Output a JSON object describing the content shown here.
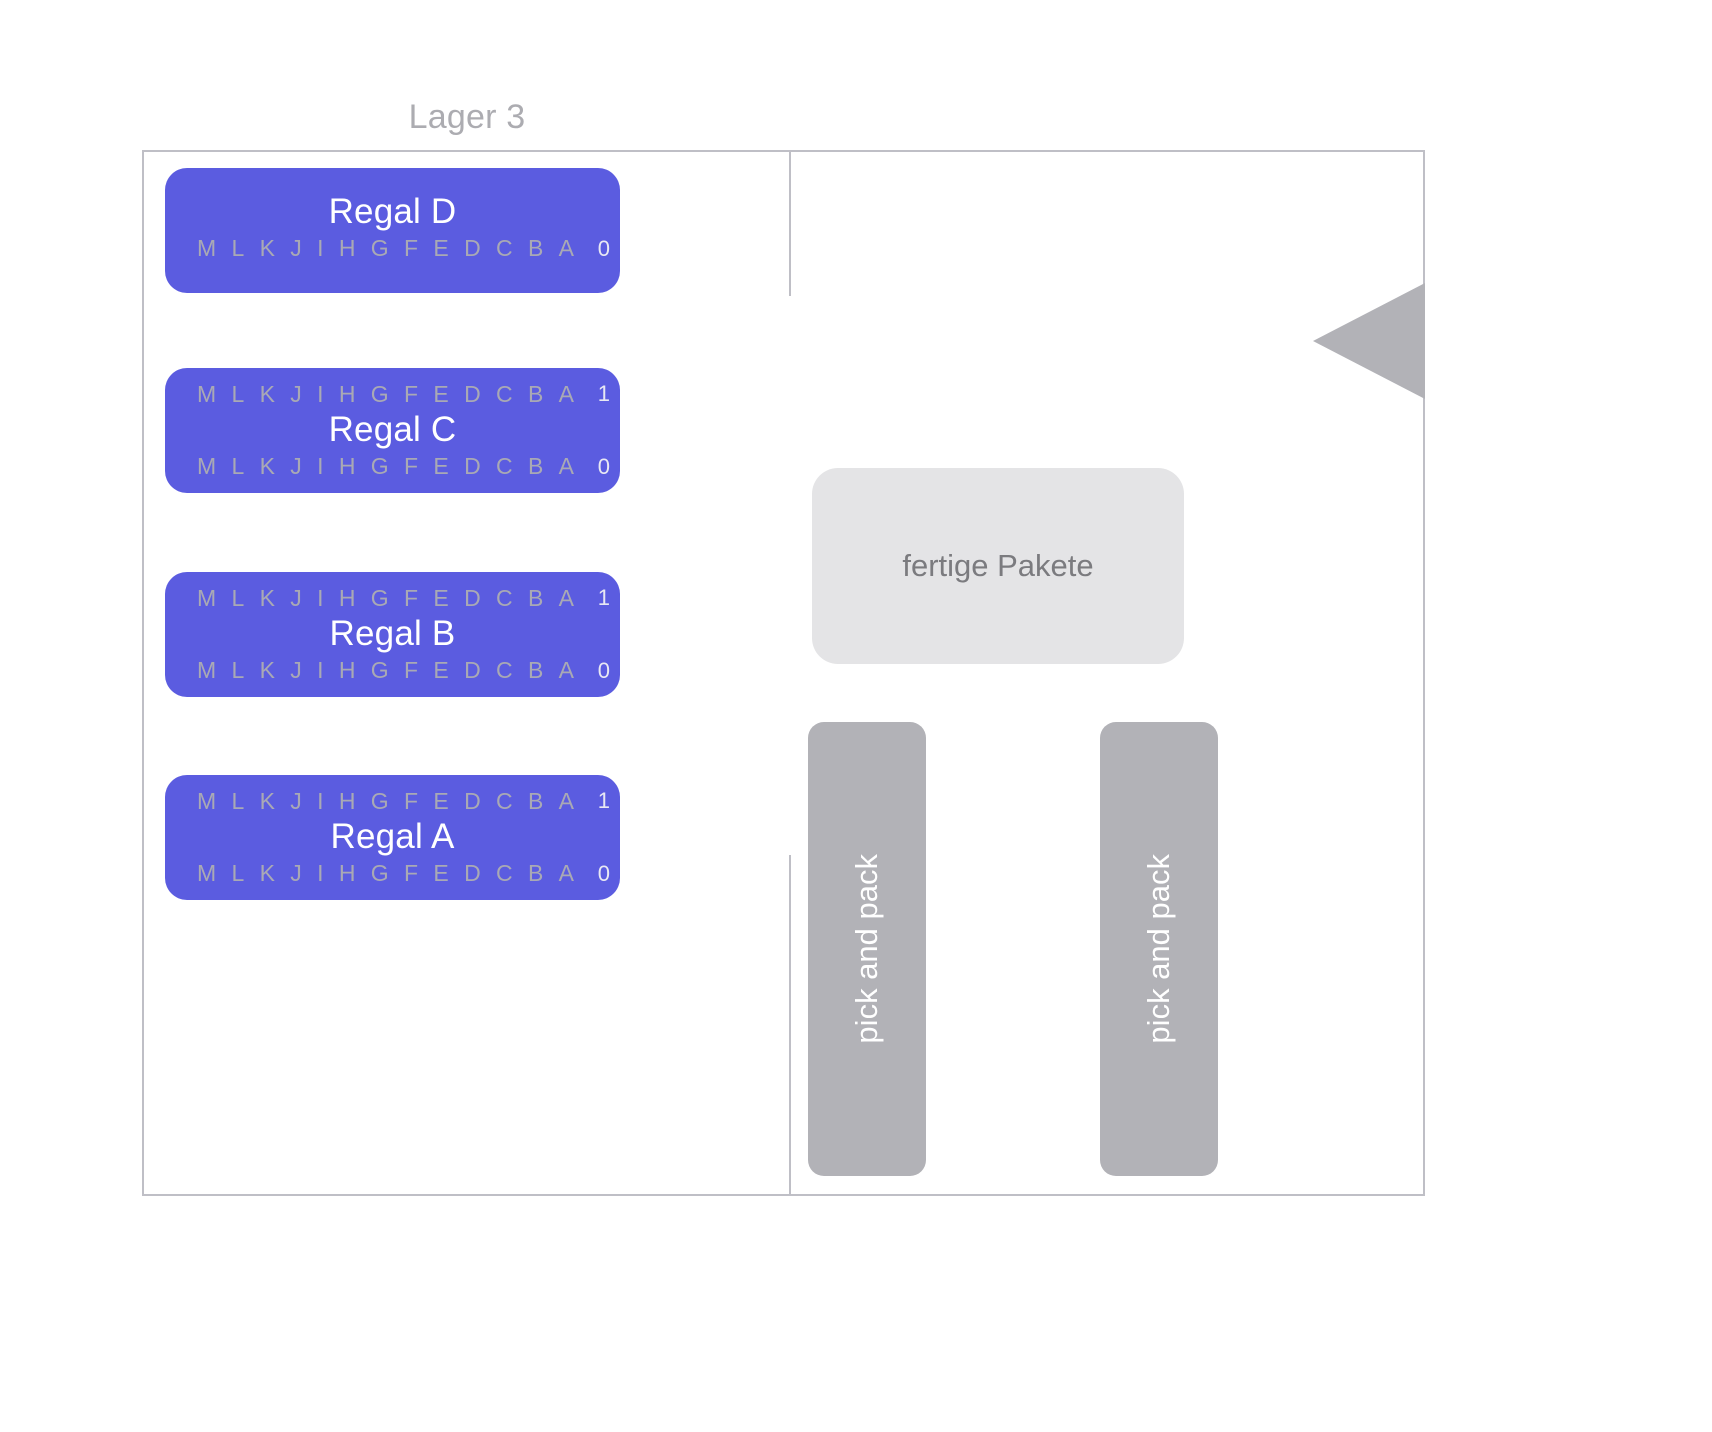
{
  "title": "Lager 3",
  "colors": {
    "rack": "#5b5ce0",
    "frame_border": "#bfbfc6",
    "finished_packages_bg": "#e4e4e6",
    "station_bg": "#b2b2b7",
    "title_text": "#acacb1",
    "shelf_letter_text": "#a9a9b4"
  },
  "racks": [
    {
      "name": "Regal D",
      "rows": [
        {
          "position": "below",
          "index": "0",
          "letters": [
            "M",
            "L",
            "K",
            "J",
            "I",
            "H",
            "G",
            "F",
            "E",
            "D",
            "C",
            "B",
            "A"
          ]
        }
      ]
    },
    {
      "name": "Regal C",
      "rows": [
        {
          "position": "above",
          "index": "1",
          "letters": [
            "M",
            "L",
            "K",
            "J",
            "I",
            "H",
            "G",
            "F",
            "E",
            "D",
            "C",
            "B",
            "A"
          ]
        },
        {
          "position": "below",
          "index": "0",
          "letters": [
            "M",
            "L",
            "K",
            "J",
            "I",
            "H",
            "G",
            "F",
            "E",
            "D",
            "C",
            "B",
            "A"
          ]
        }
      ]
    },
    {
      "name": "Regal B",
      "rows": [
        {
          "position": "above",
          "index": "1",
          "letters": [
            "M",
            "L",
            "K",
            "J",
            "I",
            "H",
            "G",
            "F",
            "E",
            "D",
            "C",
            "B",
            "A"
          ]
        },
        {
          "position": "below",
          "index": "0",
          "letters": [
            "M",
            "L",
            "K",
            "J",
            "I",
            "H",
            "G",
            "F",
            "E",
            "D",
            "C",
            "B",
            "A"
          ]
        }
      ]
    },
    {
      "name": "Regal A",
      "rows": [
        {
          "position": "above",
          "index": "1",
          "letters": [
            "M",
            "L",
            "K",
            "J",
            "I",
            "H",
            "G",
            "F",
            "E",
            "D",
            "C",
            "B",
            "A"
          ]
        },
        {
          "position": "below",
          "index": "0",
          "letters": [
            "M",
            "L",
            "K",
            "J",
            "I",
            "H",
            "G",
            "F",
            "E",
            "D",
            "C",
            "B",
            "A"
          ]
        }
      ]
    }
  ],
  "finished_packages": {
    "label": "fertige Pakete"
  },
  "stations": [
    {
      "label": "pick and pack"
    },
    {
      "label": "pick and pack"
    }
  ]
}
